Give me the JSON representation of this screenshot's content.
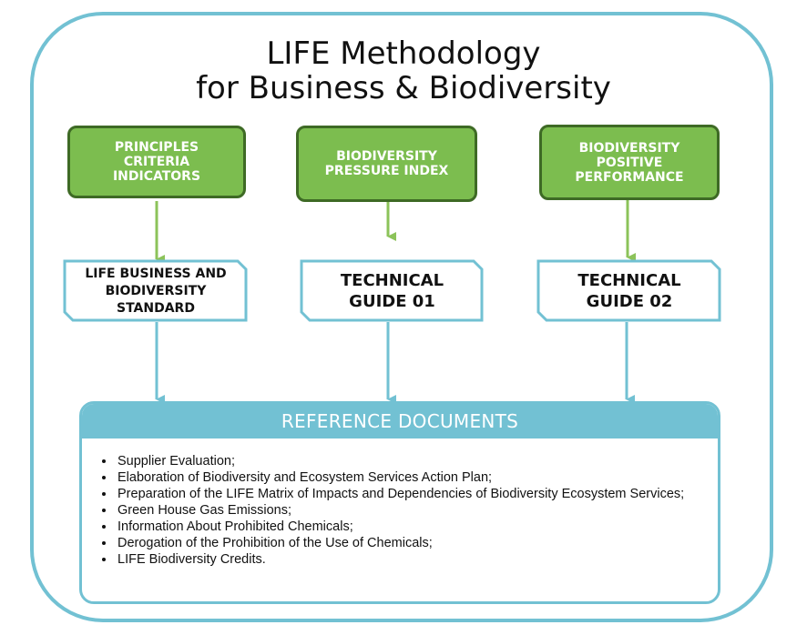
{
  "title": {
    "line1": "LIFE Methodology",
    "line2": "for Business & Biodiversity"
  },
  "pillars": [
    {
      "label": "PRINCIPLES\nCRITERIA\nINDICATORS"
    },
    {
      "label": "BIODIVERSITY\nPRESSURE INDEX"
    },
    {
      "label": "BIODIVERSITY\nPOSITIVE\nPERFORMANCE"
    }
  ],
  "documents": [
    {
      "label": "LIFE BUSINESS AND\nBIODIVERSITY\nSTANDARD"
    },
    {
      "label": "TECHNICAL\nGUIDE 01"
    },
    {
      "label": "TECHNICAL\nGUIDE 02"
    }
  ],
  "reference": {
    "header": "REFERENCE DOCUMENTS",
    "items": [
      "Supplier Evaluation;",
      "Elaboration of Biodiversity and Ecosystem Services Action Plan;",
      "Preparation of the LIFE Matrix of Impacts and Dependencies of Biodiversity Ecosystem Services;",
      "Green House Gas Emissions;",
      "Information About Prohibited Chemicals;",
      "Derogation of the Prohibition of the Use of Chemicals;",
      "LIFE Biodiversity Credits."
    ]
  },
  "colors": {
    "frame": "#72c1d3",
    "green_fill": "#7cbd4f",
    "green_border": "#3e6a25",
    "arrow_green": "#8cc35a",
    "arrow_blue": "#72c1d3"
  }
}
